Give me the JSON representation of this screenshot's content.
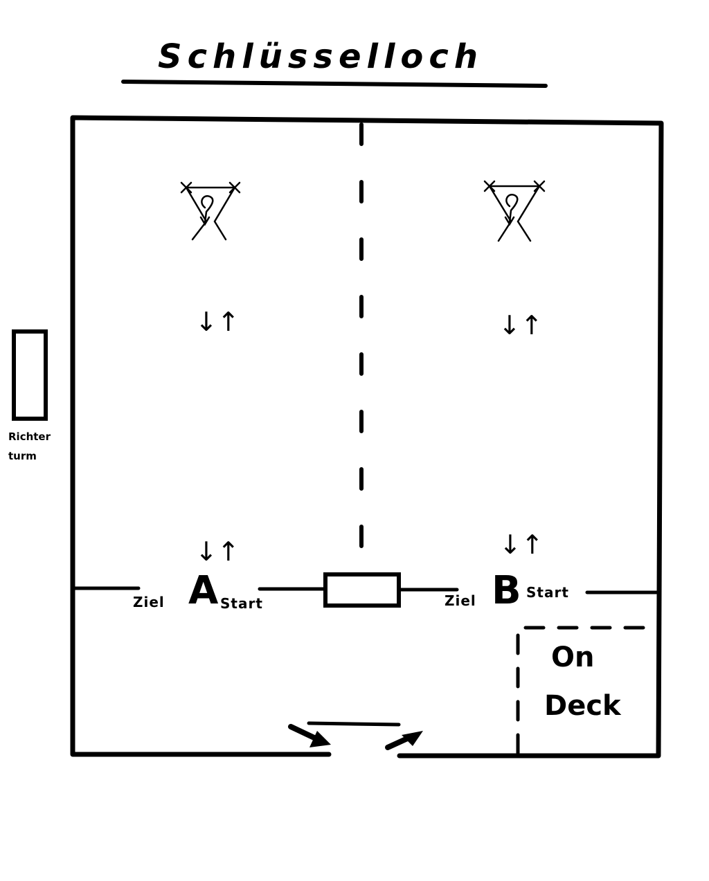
{
  "title": "Schlüsselloch",
  "judges_tower": {
    "line1": "Richter",
    "line2": "turm"
  },
  "lanes": [
    {
      "letter": "A",
      "finish_label": "Ziel",
      "start_label": "Start",
      "direction_marks": [
        "↓↑",
        "↓↑"
      ]
    },
    {
      "letter": "B",
      "finish_label": "Ziel",
      "start_label": "Start",
      "direction_marks": [
        "↓↑",
        "↓↑"
      ]
    }
  ],
  "on_deck": {
    "line1": "On",
    "line2": "Deck"
  }
}
